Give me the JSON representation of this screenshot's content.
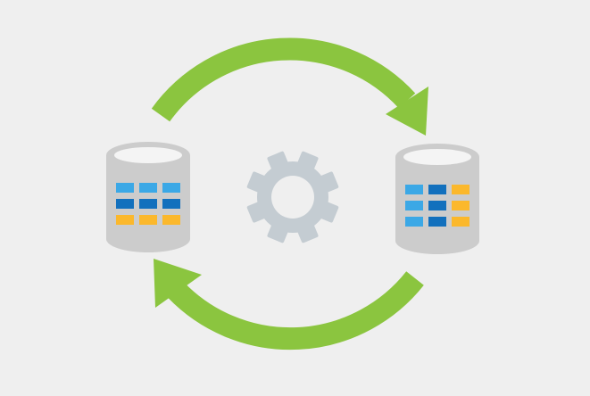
{
  "diagram": {
    "background_color": "#efefef",
    "arrow_color": "#8bc53f",
    "cylinder_color": "#cccccc",
    "cylinder_rim_color": "#f4f4f4",
    "gear_color": "#c4ccd2",
    "cell_colors": {
      "light_blue": "#3ba8e6",
      "dark_blue": "#1270bd",
      "yellow": "#fbb82c"
    },
    "nodes": [
      {
        "id": "left-database",
        "icon": "database-icon",
        "grid": [
          [
            "light_blue",
            "light_blue",
            "light_blue"
          ],
          [
            "dark_blue",
            "dark_blue",
            "dark_blue"
          ],
          [
            "yellow",
            "yellow",
            "yellow"
          ]
        ]
      },
      {
        "id": "center-process",
        "icon": "gear-icon"
      },
      {
        "id": "right-database",
        "icon": "database-icon",
        "grid": [
          [
            "light_blue",
            "dark_blue",
            "yellow"
          ],
          [
            "light_blue",
            "dark_blue",
            "yellow"
          ],
          [
            "light_blue",
            "dark_blue",
            "yellow"
          ]
        ]
      }
    ],
    "edges": [
      {
        "from": "left-database",
        "to": "right-database",
        "icon": "curved-arrow-icon"
      },
      {
        "from": "right-database",
        "to": "left-database",
        "icon": "curved-arrow-icon"
      }
    ]
  }
}
